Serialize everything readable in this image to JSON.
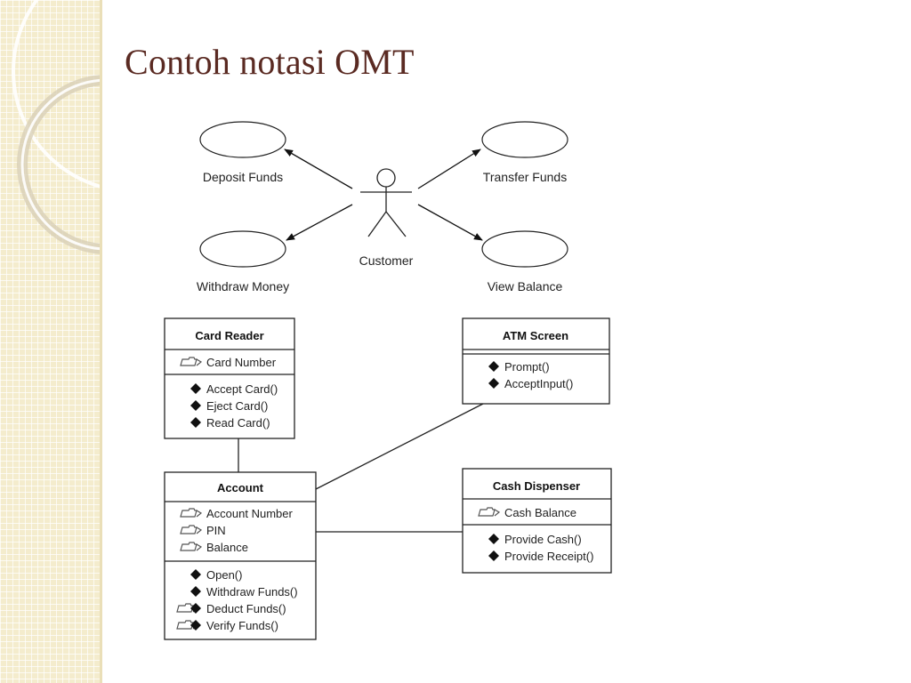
{
  "slide": {
    "title": "Contoh notasi OMT"
  },
  "use_case": {
    "actor": "Customer",
    "use_cases": [
      {
        "label": "Deposit Funds"
      },
      {
        "label": "Transfer Funds"
      },
      {
        "label": "Withdraw Money"
      },
      {
        "label": "View Balance"
      }
    ]
  },
  "classes": {
    "card_reader": {
      "name": "Card Reader",
      "attributes": [
        "Card Number"
      ],
      "operations": [
        "Accept Card()",
        "Eject Card()",
        "Read Card()"
      ]
    },
    "atm_screen": {
      "name": "ATM Screen",
      "attributes": [],
      "operations": [
        "Prompt()",
        "AcceptInput()"
      ]
    },
    "account": {
      "name": "Account",
      "attributes": [
        "Account Number",
        "PIN",
        "Balance"
      ],
      "operations": [
        "Open()",
        "Withdraw Funds()",
        "Deduct Funds()",
        "Verify Funds()"
      ]
    },
    "cash_dispenser": {
      "name": "Cash Dispenser",
      "attributes": [
        "Cash Balance"
      ],
      "operations": [
        "Provide Cash()",
        "Provide Receipt()"
      ]
    }
  },
  "icons": {
    "attribute": "private-key-icon",
    "operation": "public-diamond-icon",
    "private_operation": "private-diamond-icon"
  },
  "colors": {
    "title": "#5a2a22",
    "sidebar": "#f4eccd"
  }
}
